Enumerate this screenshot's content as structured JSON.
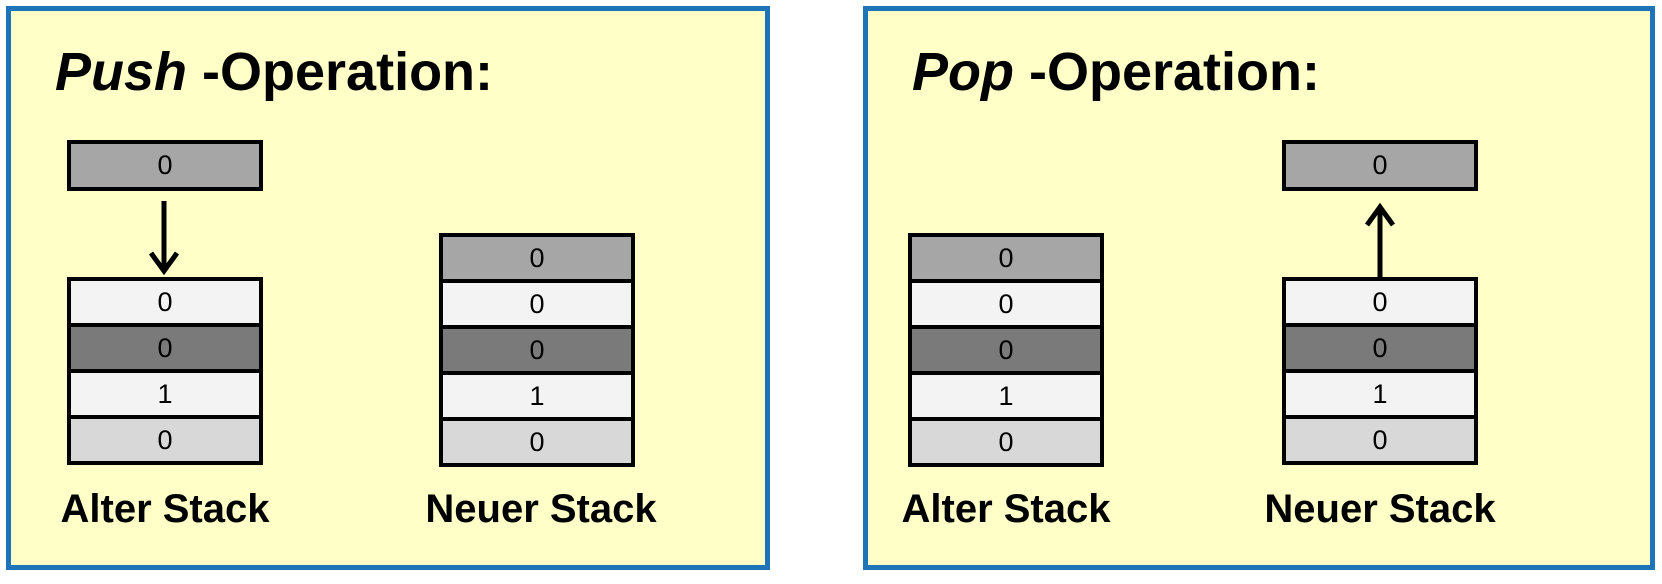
{
  "push": {
    "title_italic": "Push",
    "title_rest": " -Operation:",
    "incoming": "0",
    "old_stack": [
      "0",
      "0",
      "1",
      "0"
    ],
    "new_stack": [
      "0",
      "0",
      "0",
      "1",
      "0"
    ],
    "old_label": "Alter Stack",
    "new_label": "Neuer Stack"
  },
  "pop": {
    "title_italic": "Pop",
    "title_rest": " -Operation:",
    "outgoing": "0",
    "old_stack": [
      "0",
      "0",
      "0",
      "1",
      "0"
    ],
    "new_stack": [
      "0",
      "0",
      "1",
      "0"
    ],
    "old_label": "Alter Stack",
    "new_label": "Neuer Stack"
  },
  "colors": {
    "panel_bg": "#ffffc8",
    "panel_border": "#1f73b7",
    "cell_mid": "#a6a6a6",
    "cell_light": "#f3f3f3",
    "cell_dark": "#7a7a7a",
    "cell_pale": "#d8d8d8"
  }
}
